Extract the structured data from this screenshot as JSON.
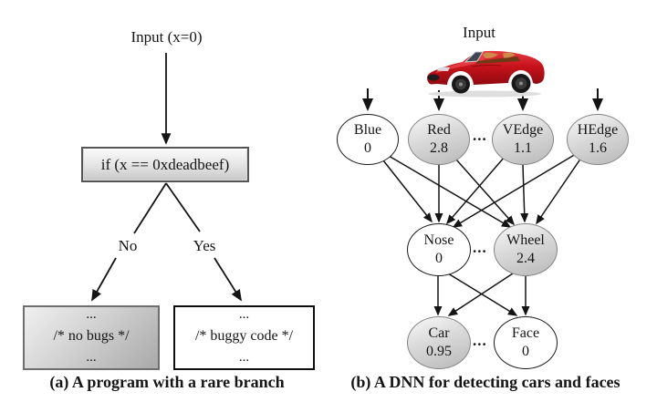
{
  "figure": {
    "panel_a": {
      "caption": "(a) A program with a rare branch",
      "input_label": "Input (x=0)",
      "condition_label": "if (x == 0xdeadbeef)",
      "no_label": "No",
      "yes_label": "Yes",
      "no_branch_box": {
        "top": "...",
        "middle": "/* no bugs */",
        "bottom": "..."
      },
      "yes_branch_box": {
        "top": "...",
        "middle": "/* buggy code */",
        "bottom": "..."
      }
    },
    "panel_b": {
      "caption": "(b) A DNN for detecting cars and faces",
      "input_label": "Input",
      "input_image": "red-convertible-car",
      "input_layer": {
        "ellipsis": "...",
        "nodes": [
          {
            "label": "Blue",
            "value": "0",
            "activated": false
          },
          {
            "label": "Red",
            "value": "2.8",
            "activated": true
          },
          {
            "label": "VEdge",
            "value": "1.1",
            "activated": true
          },
          {
            "label": "HEdge",
            "value": "1.6",
            "activated": true
          }
        ]
      },
      "hidden_layer": {
        "ellipsis": "...",
        "nodes": [
          {
            "label": "Nose",
            "value": "0",
            "activated": false
          },
          {
            "label": "Wheel",
            "value": "2.4",
            "activated": true
          }
        ]
      },
      "output_layer": {
        "ellipsis": "...",
        "nodes": [
          {
            "label": "Car",
            "value": "0.95",
            "activated": true
          },
          {
            "label": "Face",
            "value": "0",
            "activated": false
          }
        ]
      }
    },
    "colors": {
      "activated_node_fill": "#cfcfcf",
      "inactive_node_fill": "#ffffff",
      "connector_color": "#141414",
      "car_body_red": "#c8121b"
    }
  }
}
